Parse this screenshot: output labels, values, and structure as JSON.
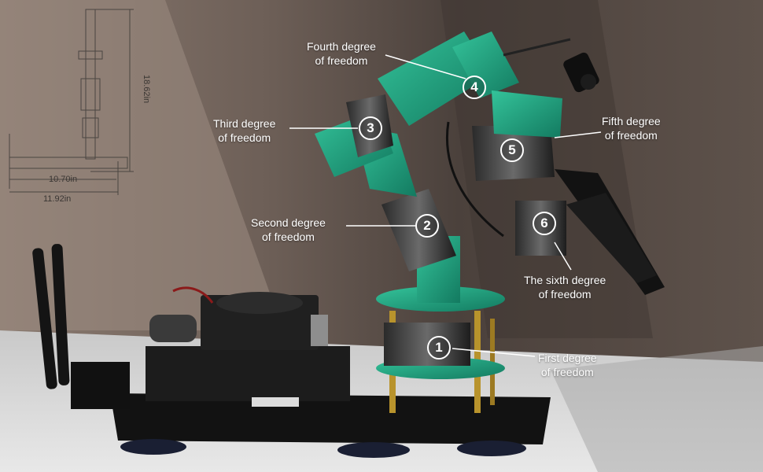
{
  "dimensions": {
    "height": "18.62in",
    "base_width": "10.70in",
    "total_width": "11.92in"
  },
  "callouts": [
    {
      "number": "1",
      "line1": "First degree",
      "line2": "of freedom"
    },
    {
      "number": "2",
      "line1": "Second degree",
      "line2": "of freedom"
    },
    {
      "number": "3",
      "line1": "Third degree",
      "line2": "of freedom"
    },
    {
      "number": "4",
      "line1": "Fourth degree",
      "line2": "of freedom"
    },
    {
      "number": "5",
      "line1": "Fifth degree",
      "line2": "of freedom"
    },
    {
      "number": "6",
      "line1": "The sixth degree",
      "line2": "of freedom"
    }
  ],
  "colors": {
    "arm_green": "#1f9e7e",
    "callout_text": "#ffffff",
    "dimension_line": "#3a3633"
  }
}
